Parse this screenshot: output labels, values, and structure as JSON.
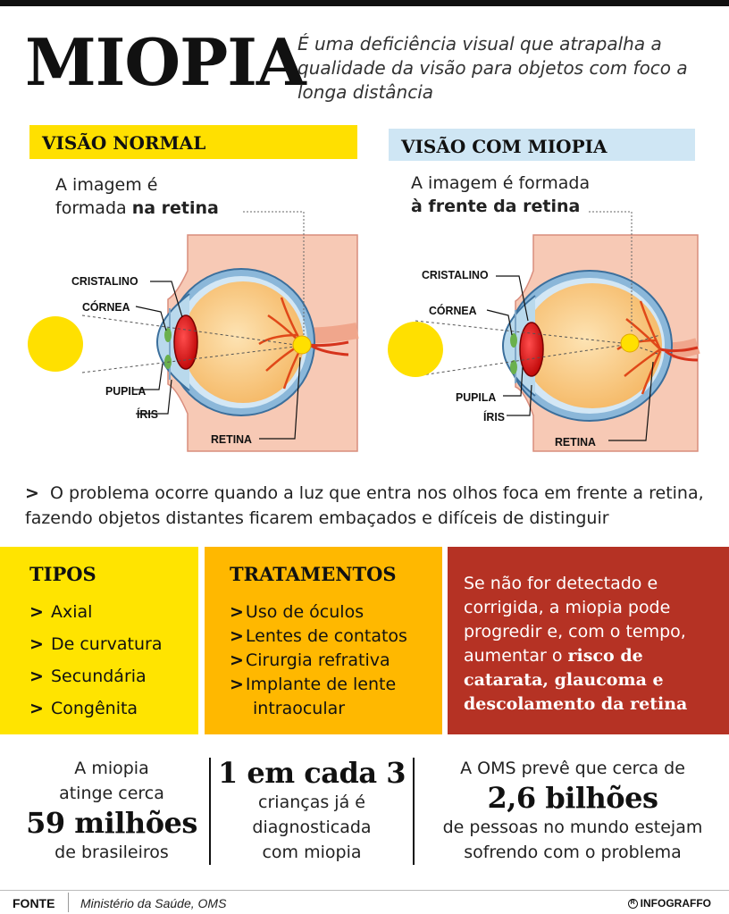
{
  "title": "MIOPIA",
  "intro": "É uma deficiência visual que atrapalha a qualidade da visão para objetos com foco a longa distância",
  "normal": {
    "heading": "VISÃO NORMAL",
    "caption_line1": "A imagem é",
    "caption_line2_pre": "formada ",
    "caption_line2_bold": "na retina",
    "labels": {
      "cristalino": "CRISTALINO",
      "cornea": "CÓRNEA",
      "pupila": "PUPILA",
      "iris": "ÍRIS",
      "retina": "RETINA"
    }
  },
  "miopia": {
    "heading": "VISÃO COM MIOPIA",
    "caption_line1": "A imagem é formada",
    "caption_line2_bold": "à frente da retina",
    "labels": {
      "cristalino": "CRISTALINO",
      "cornea": "CÓRNEA",
      "pupila": "PUPILA",
      "iris": "ÍRIS",
      "retina": "RETINA"
    }
  },
  "description": {
    "marker": ">",
    "text": "O problema ocorre quando a luz que entra nos olhos foca em frente a retina, fazendo objetos distantes ficarem embaçados e difíceis de distinguir"
  },
  "tipos": {
    "title": "TIPOS",
    "items": [
      "Axial",
      "De curvatura",
      "Secundária",
      "Congênita"
    ]
  },
  "tratamentos": {
    "title": "TRATAMENTOS",
    "items": [
      "Uso de óculos",
      "Lentes de contatos",
      "Cirurgia refrativa",
      "Implante de lente"
    ],
    "item4_cont": "intraocular"
  },
  "risk": {
    "text_pre": "Se não for detectado e corrigida, a miopia pode progredir e, com o tempo, aumentar o ",
    "text_bold": "risco de catarata, glaucoma e descolamento da retina"
  },
  "stats": [
    {
      "pre1": "A miopia",
      "pre2": "atinge cerca",
      "big": "59 milhões",
      "post1": "de brasileiros"
    },
    {
      "big": "1 em cada 3",
      "post1": "crianças já é",
      "post2": "diagnosticada",
      "post3": "com miopia"
    },
    {
      "pre1": "A OMS prevê que cerca de",
      "big": "2,6 bilhões",
      "post1": "de pessoas no mundo estejam",
      "post2": "sofrendo com o problema"
    }
  ],
  "footer": {
    "label": "FONTE",
    "source": "Ministério da Saúde, OMS",
    "brand_mark": "R",
    "brand": "INFOGRAFFO"
  },
  "colors": {
    "yellow": "#ffe400",
    "orange": "#ffb800",
    "red": "#b53224",
    "light_blue": "#cfe6f4",
    "skin": "#f7c9b5",
    "sun": "#ffe000"
  }
}
